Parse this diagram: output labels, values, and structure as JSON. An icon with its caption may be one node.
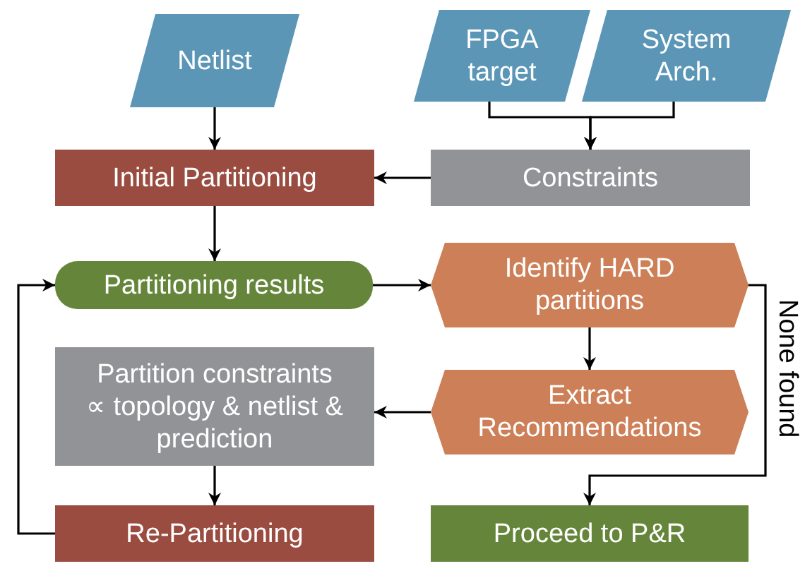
{
  "diagram": {
    "nodes": [
      {
        "text": [
          "Netlist"
        ]
      },
      {
        "text": [
          "FPGA target"
        ]
      },
      {
        "text": [
          "System Arch."
        ]
      },
      {
        "text": [
          "Initial Partitioning"
        ]
      },
      {
        "text": [
          "Constraints"
        ]
      },
      {
        "text": [
          "Partitioning results"
        ]
      },
      {
        "text": [
          "Identify HARD partitions"
        ]
      },
      {
        "text": [
          "Partition constraints ∝ topology & netlist & prediction"
        ]
      },
      {
        "text": [
          "Extract Recommendations"
        ]
      },
      {
        "text": [
          "Re-Partitioning"
        ]
      },
      {
        "text": [
          "Proceed to P&R"
        ]
      }
    ],
    "edges": [
      {
        "from": 0,
        "to": 3,
        "arrow": "to"
      },
      {
        "from": 1,
        "to": 4,
        "arrow": "to"
      },
      {
        "from": 2,
        "to": 4,
        "arrow": "to"
      },
      {
        "from": 4,
        "to": 3,
        "arrow": "to"
      },
      {
        "from": 3,
        "to": 5,
        "arrow": "to"
      },
      {
        "from": 5,
        "to": 6,
        "arrow": "to"
      },
      {
        "from": 6,
        "to": 8,
        "arrow": "to"
      },
      {
        "from": 8,
        "to": 7,
        "arrow": "to"
      },
      {
        "from": 7,
        "to": 9,
        "arrow": "to"
      },
      {
        "from": 9,
        "to": 5,
        "arrow": "to"
      },
      {
        "from": 6,
        "to": 10,
        "arrow": "to",
        "label": "None found"
      }
    ]
  }
}
